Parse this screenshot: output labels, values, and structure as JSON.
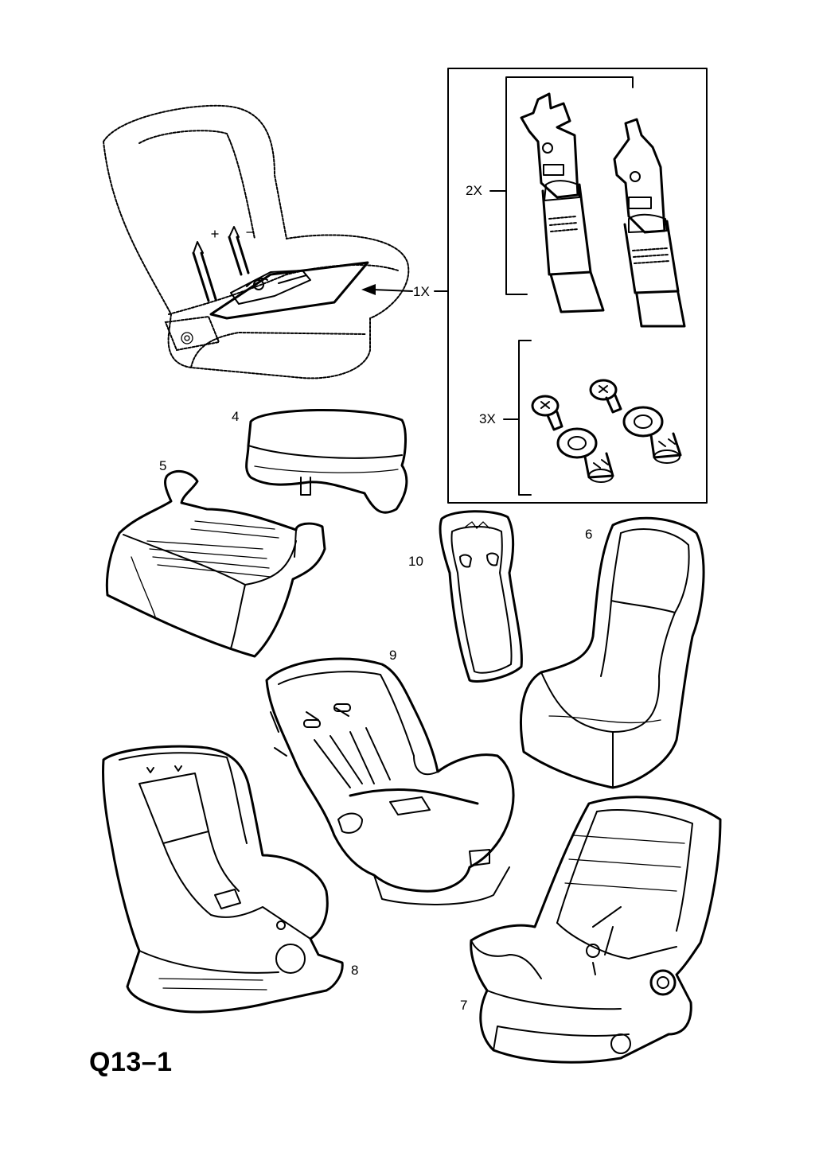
{
  "page": {
    "code": "Q13–1"
  },
  "callouts": {
    "c1": "1X",
    "c2": "2X",
    "c3": "3X",
    "c4": "4",
    "c5": "5",
    "c6": "6",
    "c7": "7",
    "c8": "8",
    "c9": "9",
    "c10": "10"
  },
  "icons": {
    "vehicle_seat": "vehicle-seat-with-anchorages-icon",
    "belt_tongue": "belt-tongue-icon",
    "screw": "screw-icon",
    "nut": "threaded-insert-icon",
    "booster_cushion": "booster-cushion-icon",
    "booster_seat": "booster-seat-icon",
    "infant_seat": "infant-seat-icon",
    "insert_pad": "seat-insert-pad-icon",
    "child_seat": "child-seat-icon",
    "convertible_seat": "convertible-child-seat-icon",
    "baby_carrier": "baby-carrier-icon"
  }
}
